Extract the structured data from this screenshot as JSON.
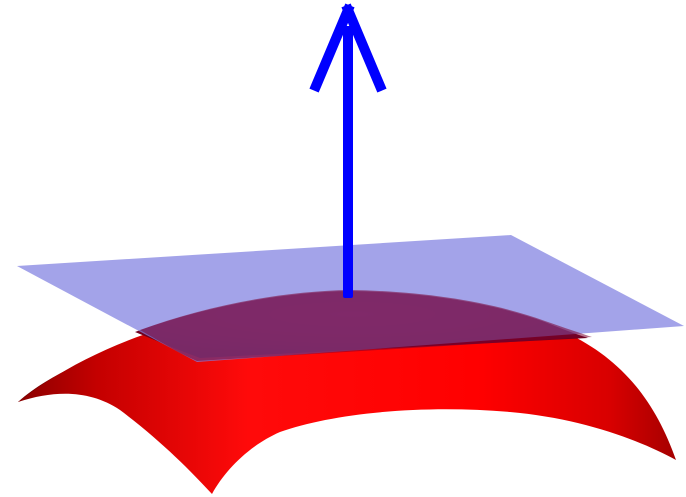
{
  "diagram": {
    "surface": {
      "shape": "downward-curved saddle-like surface",
      "color": "#ff0000",
      "shadow_color": "#5a0020"
    },
    "tangent_plane": {
      "color": "#7f7fe0",
      "opacity": 0.75
    },
    "normal_vector": {
      "color": "#0000ff",
      "direction": "up"
    }
  }
}
